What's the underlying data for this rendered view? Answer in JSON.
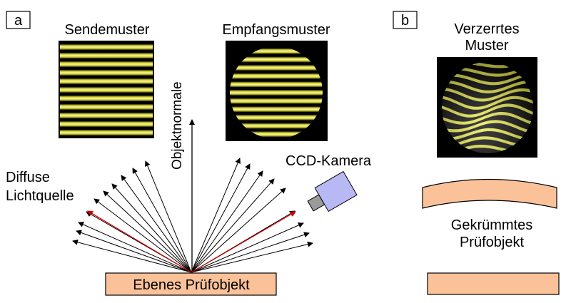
{
  "panel_a": {
    "tag": "a",
    "sent_pattern_label": "Sendemuster",
    "received_pattern_label": "Empfangsmuster",
    "normal_label": "Objektnormale",
    "light_label_line1": "Diffuse",
    "light_label_line2": "Lichtquelle",
    "camera_label": "CCD-Kamera",
    "object_label": "Ebenes Prüfobjekt"
  },
  "panel_b": {
    "tag": "b",
    "distorted_label_line1": "Verzerrtes",
    "distorted_label_line2": "Muster",
    "object_label_line1": "Gekrümmtes",
    "object_label_line2": "Prüfobjekt"
  },
  "colors": {
    "stripe": "#f2f060",
    "pattern_bg": "#000000",
    "object_fill": "#fbc29a",
    "ray": "#000000",
    "highlight_ray": "#cc0000",
    "camera_body": "#b8b8f4"
  }
}
